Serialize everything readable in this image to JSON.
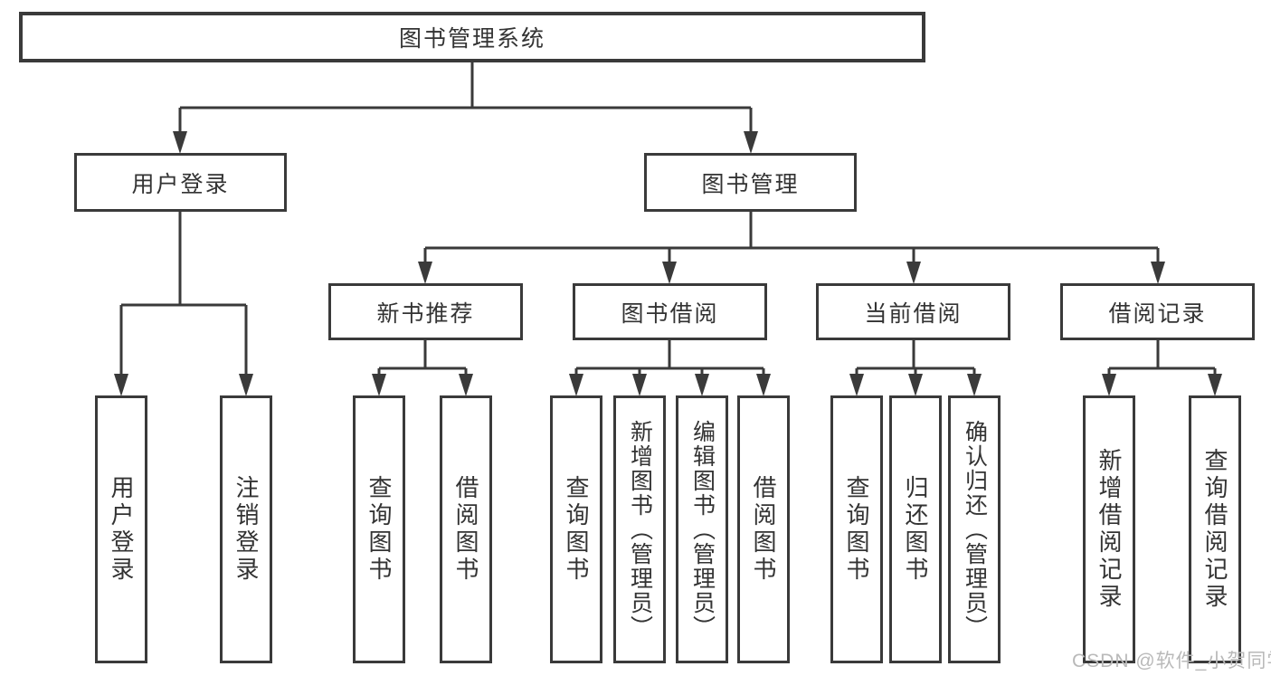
{
  "diagram_title": "图书管理系统",
  "tree": {
    "root": "图书管理系统",
    "branches": [
      {
        "label": "用户登录",
        "leaves": [
          "用户登录",
          "注销登录"
        ]
      },
      {
        "label": "图书管理",
        "groups": [
          {
            "label": "新书推荐",
            "leaves": [
              "查询图书",
              "借阅图书"
            ]
          },
          {
            "label": "图书借阅",
            "leaves": [
              "查询图书",
              "新增图书（管理员）",
              "编辑图书（管理员）",
              "借阅图书"
            ]
          },
          {
            "label": "当前借阅",
            "leaves": [
              "查询图书",
              "归还图书",
              "确认归还（管理员）"
            ]
          },
          {
            "label": "借阅记录",
            "leaves": [
              "新增借阅记录",
              "查询借阅记录"
            ]
          }
        ]
      }
    ]
  },
  "watermark": "CSDN @软件_小贺同学",
  "colors": {
    "line": "#3a3a3a",
    "text": "#333333",
    "watermark": "#b9b9b9",
    "bg": "#ffffff"
  }
}
